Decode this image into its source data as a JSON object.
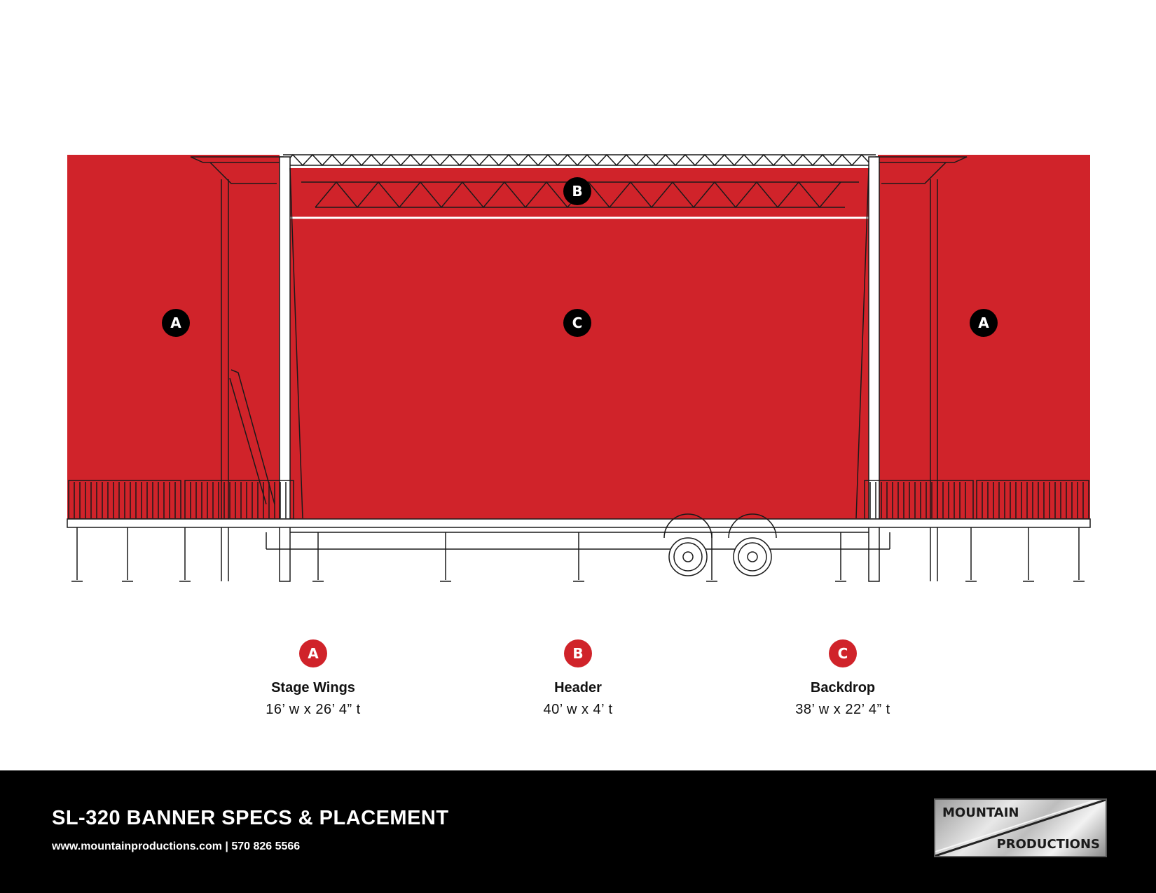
{
  "colors": {
    "banner_red": "#d0232a",
    "badge_black": "#000000",
    "badge_red": "#d0232a",
    "line": "#1a1a1a",
    "footer_bg": "#000000"
  },
  "markers": {
    "wing_left": "A",
    "header": "B",
    "backdrop": "C",
    "wing_right": "A"
  },
  "legend": [
    {
      "letter": "A",
      "title": "Stage Wings",
      "dims": "16’ w x 26’ 4” t"
    },
    {
      "letter": "B",
      "title": "Header",
      "dims": "40’ w x 4’ t"
    },
    {
      "letter": "C",
      "title": "Backdrop",
      "dims": "38’ w x 22’ 4” t"
    }
  ],
  "footer": {
    "title": "SL-320 BANNER SPECS & PLACEMENT",
    "contact": "www.mountainproductions.com | 570 826 5566"
  },
  "logo": {
    "top": "MOUNTAIN",
    "bottom": "PRODUCTIONS"
  }
}
